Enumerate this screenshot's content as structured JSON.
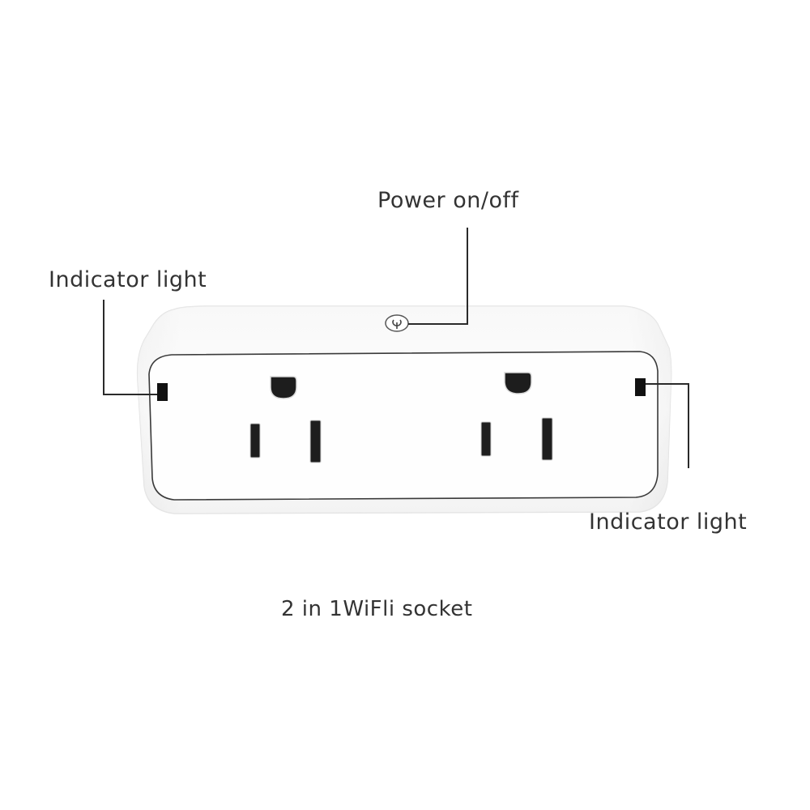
{
  "callouts": {
    "power_button": "Power on/off",
    "indicator_left": "Indicator light",
    "indicator_right": "Indicator light"
  },
  "caption": "2 in 1WiFli socket",
  "product": {
    "outlet_count": 2,
    "icons": [
      "power-icon",
      "indicator-light",
      "outlet"
    ]
  },
  "colors": {
    "body": "#fdfdfd",
    "body_shadow": "#e6e6e6",
    "outline": "#3a3a3a",
    "slot": "#1d1d1d"
  }
}
